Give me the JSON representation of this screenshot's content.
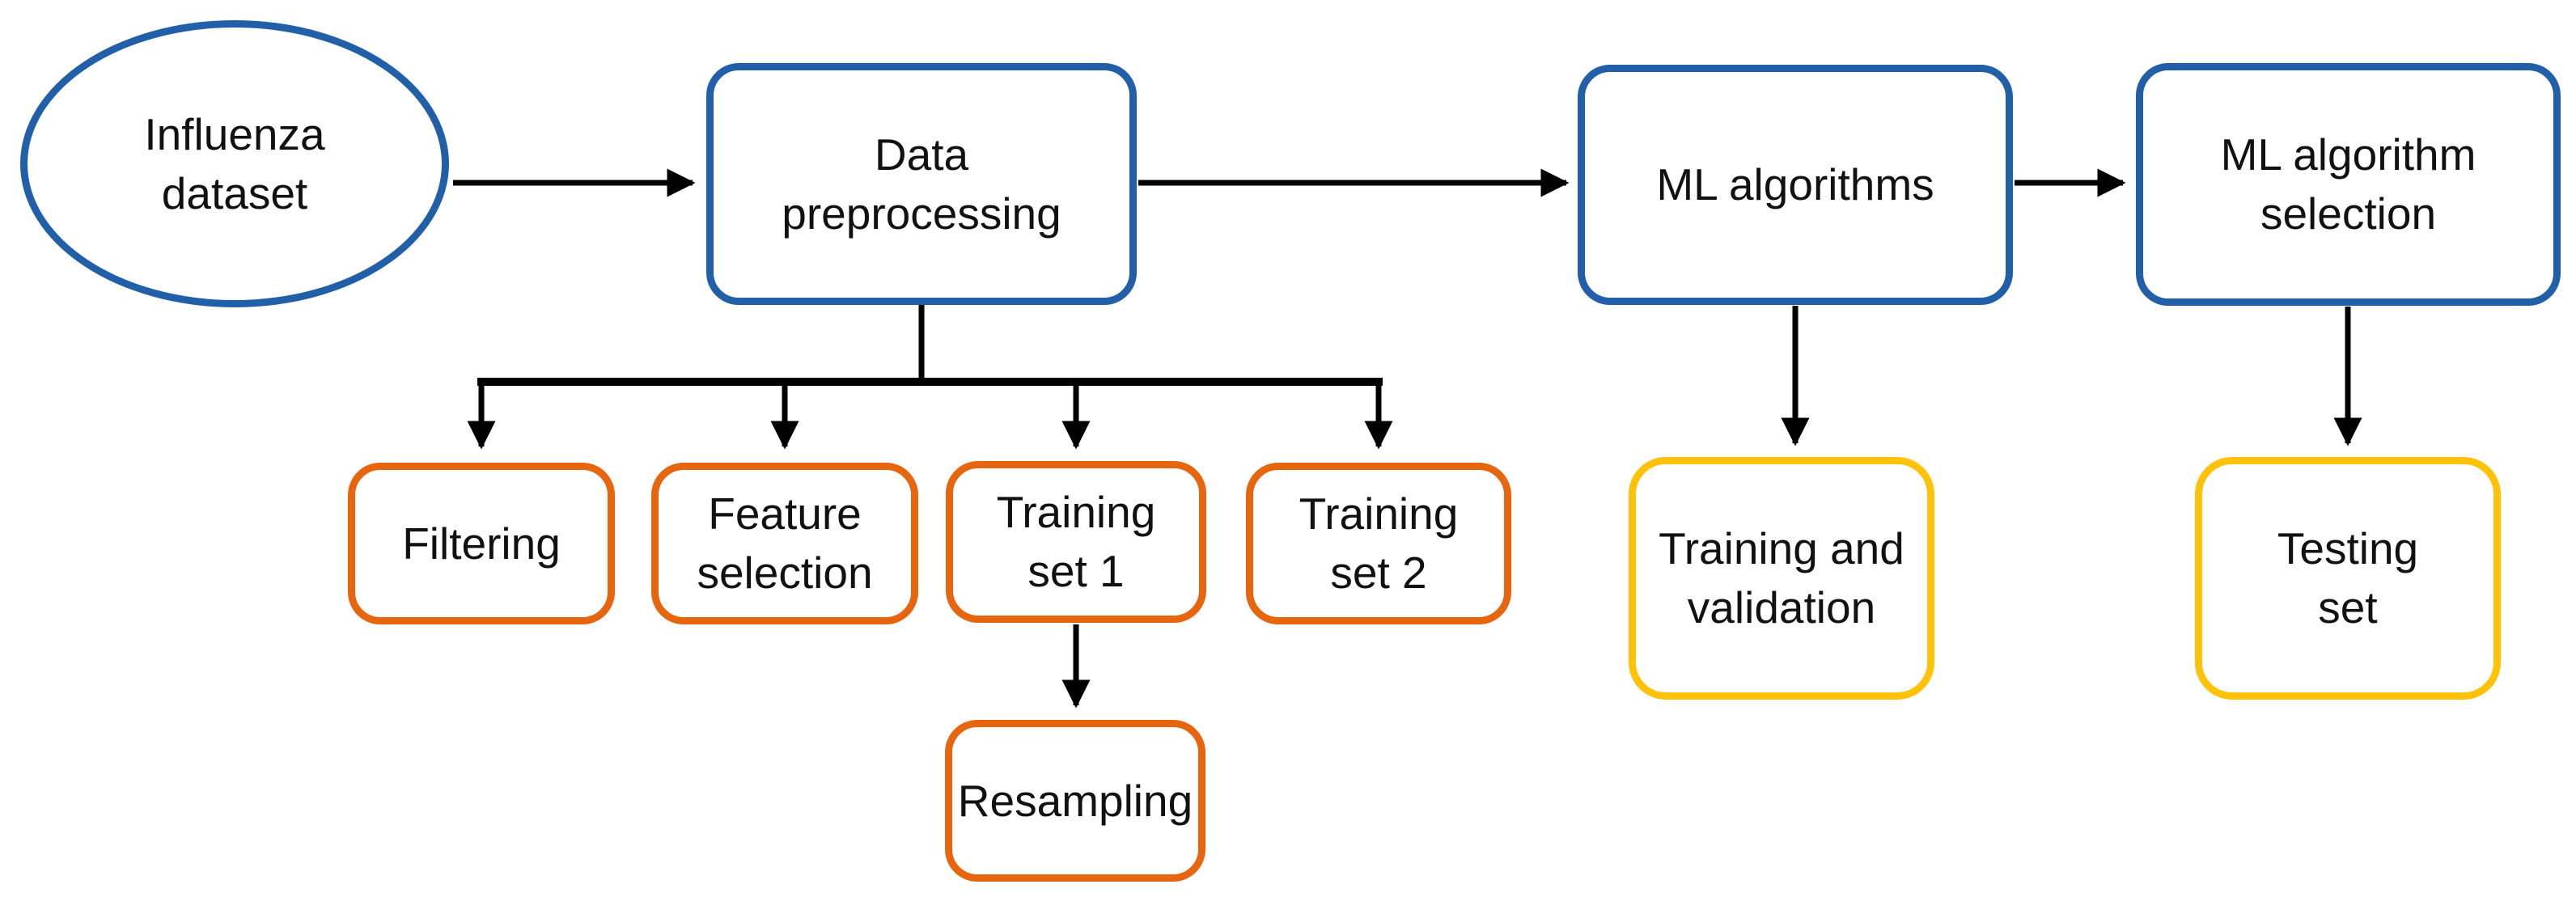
{
  "colors": {
    "blue": "#215FA8",
    "orange": "#E8650F",
    "yellow": "#FFC20A",
    "arrow": "#000000",
    "text": "#111111",
    "background": "#FFFFFF"
  },
  "diagram": {
    "type": "flowchart",
    "nodes": {
      "influenza_dataset": {
        "label": [
          "Influenza",
          "dataset"
        ],
        "shape": "ellipse",
        "border_color": "blue"
      },
      "data_preprocessing": {
        "label": [
          "Data",
          "preprocessing"
        ],
        "shape": "rounded-rect",
        "border_color": "blue"
      },
      "ml_algorithms": {
        "label": [
          "ML algorithms"
        ],
        "shape": "rounded-rect",
        "border_color": "blue"
      },
      "ml_algorithm_selection": {
        "label": [
          "ML algorithm",
          "selection"
        ],
        "shape": "rounded-rect",
        "border_color": "blue"
      },
      "filtering": {
        "label": [
          "Filtering"
        ],
        "shape": "rounded-rect",
        "border_color": "orange"
      },
      "feature_selection": {
        "label": [
          "Feature",
          "selection"
        ],
        "shape": "rounded-rect",
        "border_color": "orange"
      },
      "training_set_1": {
        "label": [
          "Training",
          "set 1"
        ],
        "shape": "rounded-rect",
        "border_color": "orange"
      },
      "training_set_2": {
        "label": [
          "Training",
          "set 2"
        ],
        "shape": "rounded-rect",
        "border_color": "orange"
      },
      "resampling": {
        "label": [
          "Resampling"
        ],
        "shape": "rounded-rect",
        "border_color": "orange"
      },
      "training_and_validation": {
        "label": [
          "Training and",
          "validation"
        ],
        "shape": "rounded-rect",
        "border_color": "yellow"
      },
      "testing_set": {
        "label": [
          "Testing",
          "set"
        ],
        "shape": "rounded-rect",
        "border_color": "yellow"
      }
    },
    "edges": [
      "influenza_dataset -> data_preprocessing",
      "data_preprocessing -> ml_algorithms",
      "ml_algorithms -> ml_algorithm_selection",
      "data_preprocessing -> filtering",
      "data_preprocessing -> feature_selection",
      "data_preprocessing -> training_set_1",
      "data_preprocessing -> training_set_2",
      "training_set_1 -> resampling",
      "ml_algorithms -> training_and_validation",
      "ml_algorithm_selection -> testing_set"
    ]
  }
}
